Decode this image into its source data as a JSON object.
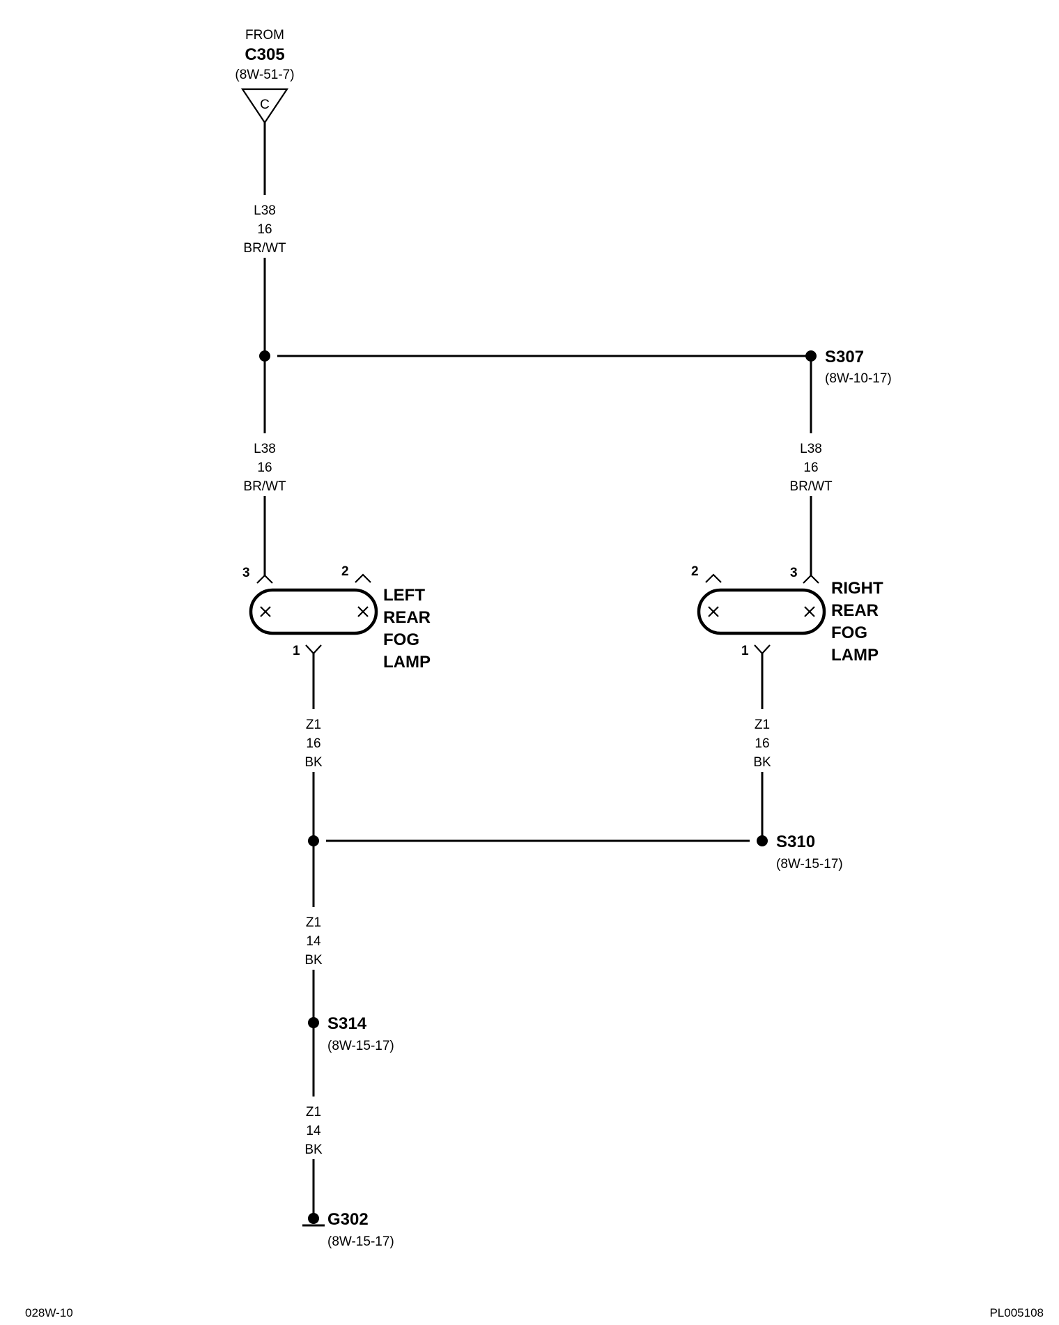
{
  "source": {
    "from_label": "FROM",
    "connector": "C305",
    "ref": "(8W-51-7)",
    "cavity": "C"
  },
  "wires": {
    "feed_top": {
      "circuit": "L38",
      "gauge": "16",
      "color": "BR/WT"
    },
    "left_lamp_feed": {
      "circuit": "L38",
      "gauge": "16",
      "color": "BR/WT"
    },
    "right_lamp_feed": {
      "circuit": "L38",
      "gauge": "16",
      "color": "BR/WT"
    },
    "left_lamp_ground": {
      "circuit": "Z1",
      "gauge": "16",
      "color": "BK"
    },
    "right_lamp_ground": {
      "circuit": "Z1",
      "gauge": "16",
      "color": "BK"
    },
    "ground_mid": {
      "circuit": "Z1",
      "gauge": "14",
      "color": "BK"
    },
    "ground_bottom": {
      "circuit": "Z1",
      "gauge": "14",
      "color": "BK"
    }
  },
  "splices": {
    "s307": {
      "name": "S307",
      "ref": "(8W-10-17)"
    },
    "s310": {
      "name": "S310",
      "ref": "(8W-15-17)"
    },
    "s314": {
      "name": "S314",
      "ref": "(8W-15-17)"
    }
  },
  "ground": {
    "name": "G302",
    "ref": "(8W-15-17)"
  },
  "components": {
    "left_lamp": {
      "lines": [
        "LEFT",
        "REAR",
        "FOG",
        "LAMP"
      ],
      "pins": {
        "feed": "3",
        "unused": "2",
        "ground": "1"
      }
    },
    "right_lamp": {
      "lines": [
        "RIGHT",
        "REAR",
        "FOG",
        "LAMP"
      ],
      "pins": {
        "feed": "3",
        "unused": "2",
        "ground": "1"
      }
    }
  },
  "footer": {
    "page_code": "028W-10",
    "figure_id": "PL005108"
  }
}
